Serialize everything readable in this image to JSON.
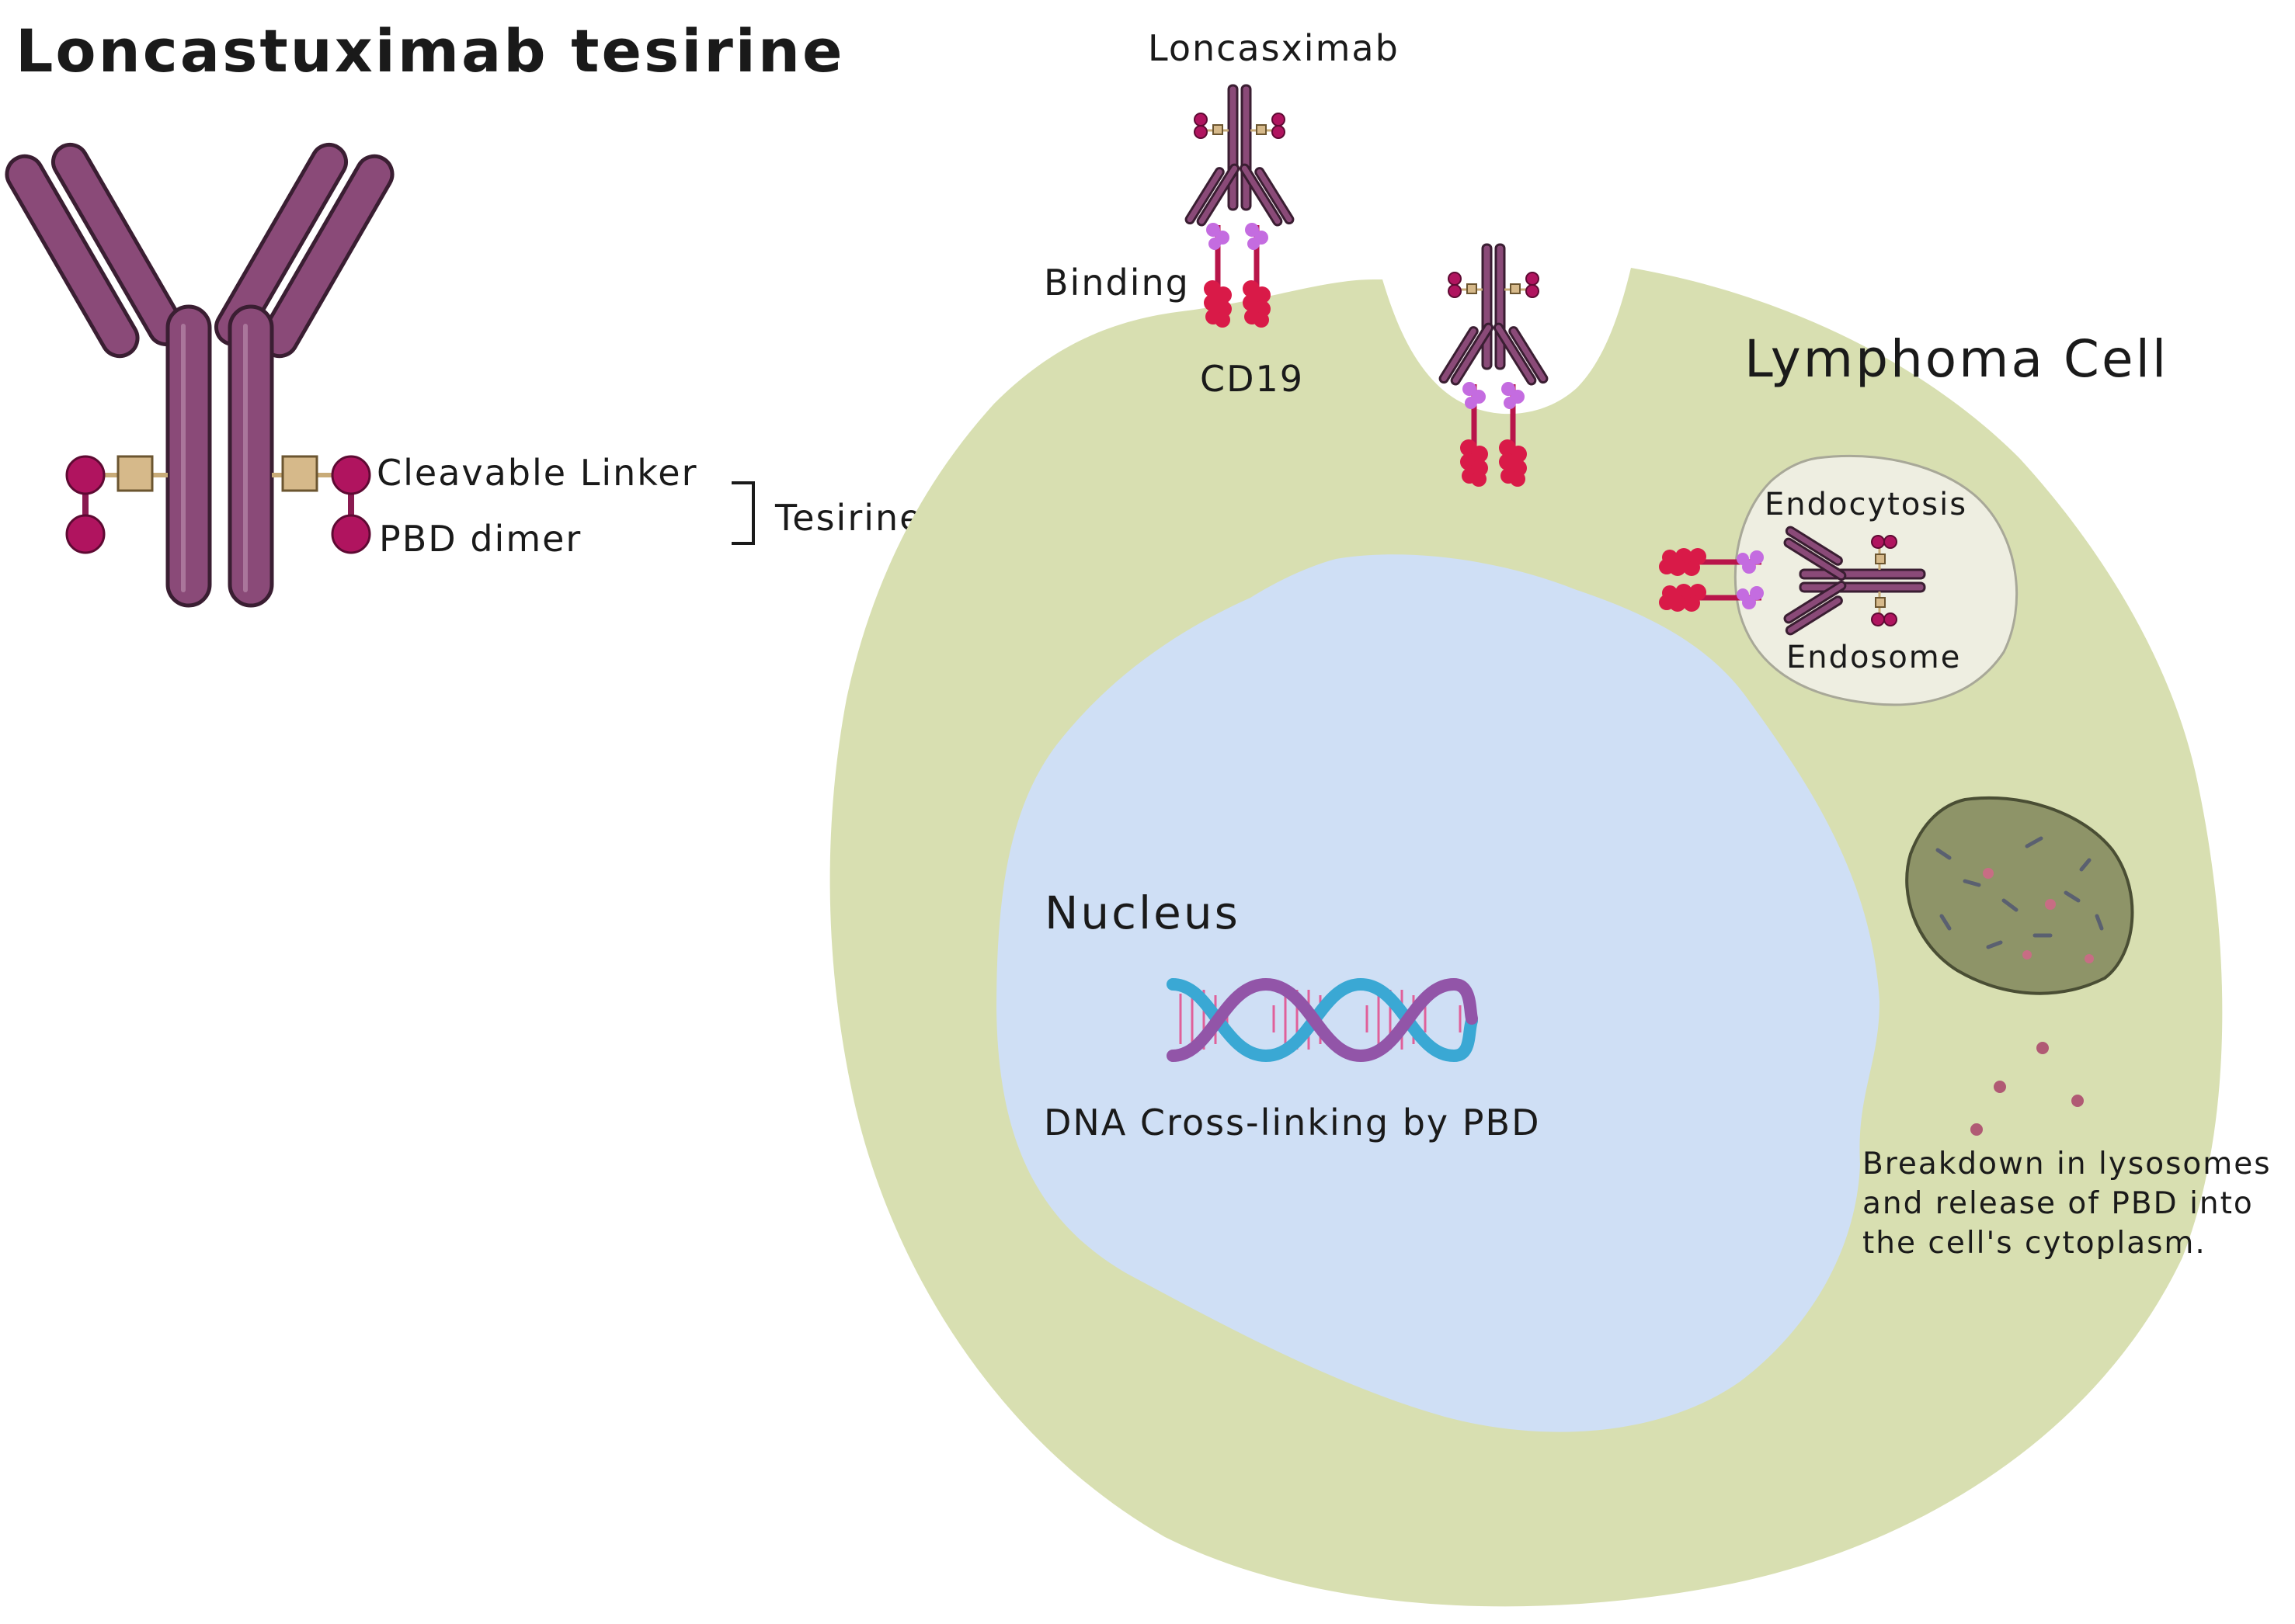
{
  "title": "Loncastuximab tesirine",
  "labels": {
    "cleavable_linker": "Cleavable Linker",
    "pbd_dimer": "PBD dimer",
    "tesirine": "Tesirine",
    "loncasximab": "Loncasximab",
    "binding": "Binding",
    "cd19": "CD19",
    "lymphoma_cell": "Lymphoma Cell",
    "endocytosis": "Endocytosis",
    "endosome": "Endosome",
    "nucleus": "Nucleus",
    "dna_crosslinking": "DNA Cross-linking by PBD",
    "breakdown_lines": [
      "Breakdown in lysosomes",
      "and release of PBD into",
      "the cell's cytoplasm."
    ]
  },
  "colors": {
    "antibody": "#8a4a78",
    "antibody_dark": "#3a1e32",
    "payload": "#b0145f",
    "linker": "#c8ab78",
    "cd19": "#d91a48",
    "cd19_tip": "#c46ce0",
    "cytoplasm": "#d8dfb1",
    "nucleus": "#cfdff5",
    "endosome": "#eeeee1",
    "lysosome": "#8e9468",
    "dna_pink": "#e0609a",
    "dna_blue": "#3aa8d4",
    "dna_purple": "#9255a8"
  }
}
